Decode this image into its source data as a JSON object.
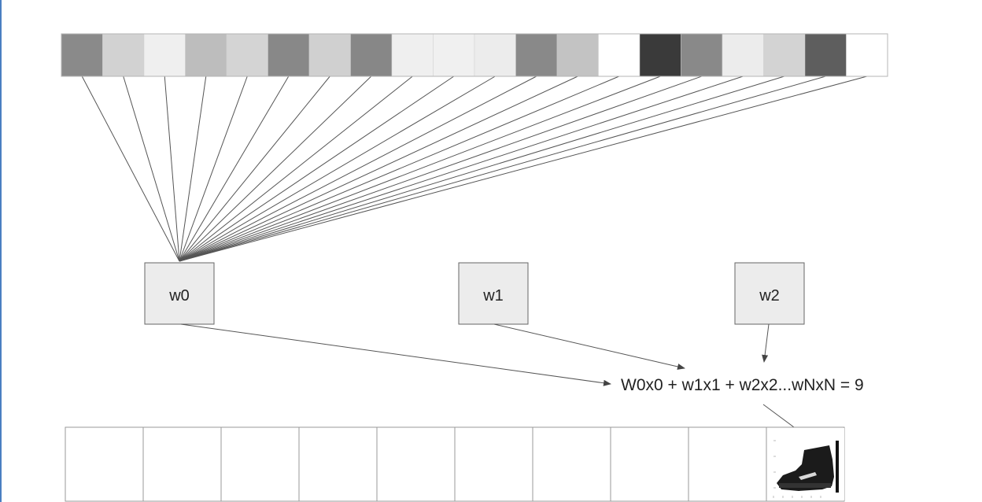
{
  "input_pixels": [
    "#8a8a8a",
    "#d2d2d2",
    "#efefef",
    "#bdbdbd",
    "#d4d4d4",
    "#888888",
    "#d0d0d0",
    "#878787",
    "#efefef",
    "#f0f0f0",
    "#ececec",
    "#898989",
    "#c3c3c3",
    "#ffffff",
    "#3a3a3a",
    "#898989",
    "#ececec",
    "#d3d3d3",
    "#5e5e5e",
    "#ffffff"
  ],
  "weights": [
    {
      "label": "w0"
    },
    {
      "label": "w1"
    },
    {
      "label": "w2"
    }
  ],
  "equation": "W0x0 + w1x1 + w2x2...wNxN = 9",
  "output_cells": 10,
  "output_highlight_index": 9,
  "output_image": "ankle-boot-image",
  "colors": {
    "line": "#555555",
    "box_fill": "#ececec",
    "box_stroke": "#666666",
    "cell_stroke": "#999999"
  }
}
